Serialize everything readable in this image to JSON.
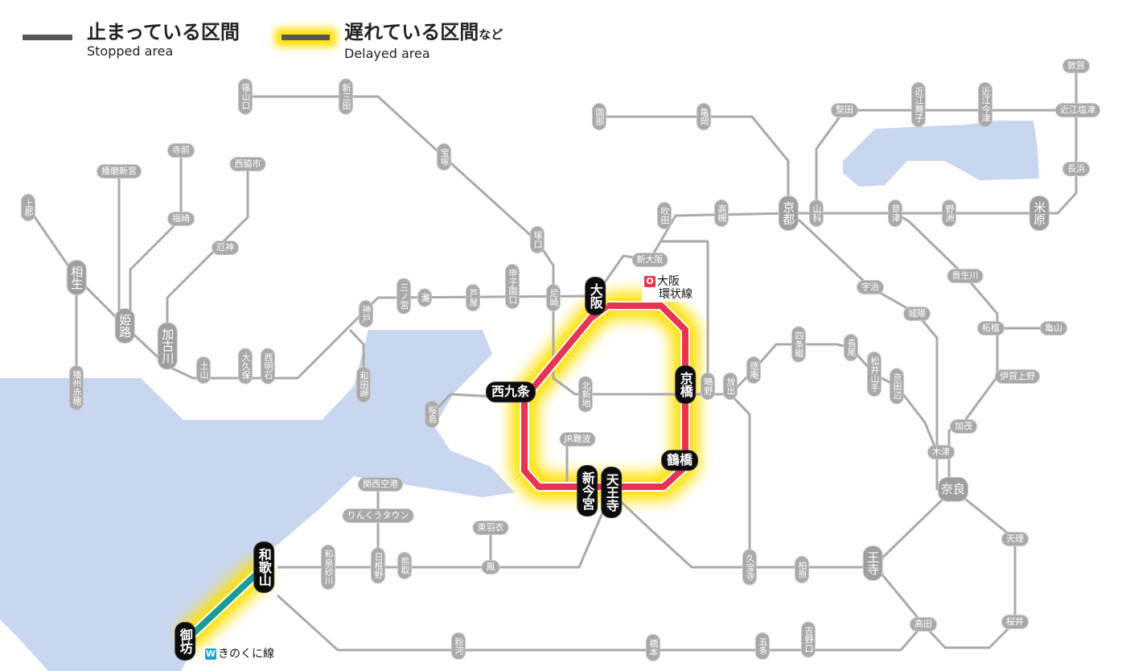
{
  "legend": {
    "stopped": {
      "jp": "止まっている区間",
      "en": "Stopped area",
      "color": "#555555"
    },
    "delayed": {
      "jp": "遅れている区間",
      "jp_suffix": "など",
      "en": "Delayed area",
      "color": "#555555",
      "glow": "#ffe000"
    }
  },
  "colors": {
    "water": "#c9d6f0",
    "track": "#aaaaaa",
    "loop": "#e8344e",
    "kinokuni": "#1a9c95",
    "glow": "#ffe000"
  },
  "line_labels": [
    {
      "badge": "O",
      "name": "大阪",
      "name2": "環状線",
      "status": "delayed",
      "color": "#e8344e"
    },
    {
      "badge": "W",
      "name": "きのくに線",
      "status": "delayed",
      "color": "#1aa3c9"
    }
  ],
  "stations": [
    {
      "id": "sasayamaguchi",
      "name": "篠山口"
    },
    {
      "id": "shinsanda",
      "name": "新三田"
    },
    {
      "id": "takarazuka",
      "name": "宝塚"
    },
    {
      "id": "tsukaguchi",
      "name": "塚口"
    },
    {
      "id": "amagasaki",
      "name": "尼崎"
    },
    {
      "id": "koshienguchi",
      "name": "甲子園口"
    },
    {
      "id": "ashiya",
      "name": "芦屋"
    },
    {
      "id": "nada",
      "name": "灘"
    },
    {
      "id": "sannomiya",
      "name": "三ノ宮"
    },
    {
      "id": "kobe",
      "name": "神戸"
    },
    {
      "id": "wadamisaki",
      "name": "和田岬"
    },
    {
      "id": "nishiakashi",
      "name": "西明石"
    },
    {
      "id": "okubo",
      "name": "大久保"
    },
    {
      "id": "tsuchiyama",
      "name": "土山"
    },
    {
      "id": "kakogawa",
      "name": "加古川"
    },
    {
      "id": "himeji",
      "name": "姫路"
    },
    {
      "id": "aioi",
      "name": "相生"
    },
    {
      "id": "kamigori",
      "name": "上郡"
    },
    {
      "id": "banshuako",
      "name": "播州赤穂"
    },
    {
      "id": "harimashingu",
      "name": "播磨新宮"
    },
    {
      "id": "teramae",
      "name": "寺前"
    },
    {
      "id": "fukusaki",
      "name": "福崎"
    },
    {
      "id": "nishiwakishi",
      "name": "西脇市"
    },
    {
      "id": "yakujin",
      "name": "厄神"
    },
    {
      "id": "sonobe",
      "name": "園部"
    },
    {
      "id": "kameoka",
      "name": "亀岡"
    },
    {
      "id": "suita",
      "name": "吹田"
    },
    {
      "id": "takatsuki",
      "name": "高槻"
    },
    {
      "id": "kyoto",
      "name": "京都"
    },
    {
      "id": "yamashina",
      "name": "山科"
    },
    {
      "id": "katata",
      "name": "堅田"
    },
    {
      "id": "omimaiko",
      "name": "近江舞子"
    },
    {
      "id": "omiimazu",
      "name": "近江今津"
    },
    {
      "id": "omishiotsu",
      "name": "近江塩津"
    },
    {
      "id": "tsuruga",
      "name": "敦賀"
    },
    {
      "id": "nagahama",
      "name": "長浜"
    },
    {
      "id": "maibara",
      "name": "米原"
    },
    {
      "id": "yasu",
      "name": "野洲"
    },
    {
      "id": "kusatsu",
      "name": "草津"
    },
    {
      "id": "uji",
      "name": "宇治"
    },
    {
      "id": "joyo",
      "name": "城陽"
    },
    {
      "id": "kibukawa",
      "name": "貴生川"
    },
    {
      "id": "tsuge",
      "name": "柘植"
    },
    {
      "id": "kameyama",
      "name": "亀山"
    },
    {
      "id": "igaueno",
      "name": "伊賀上野"
    },
    {
      "id": "kamo",
      "name": "加茂"
    },
    {
      "id": "kizu",
      "name": "木津"
    },
    {
      "id": "nara",
      "name": "奈良"
    },
    {
      "id": "tenri",
      "name": "天理"
    },
    {
      "id": "sakurai",
      "name": "桜井"
    },
    {
      "id": "takada",
      "name": "高田"
    },
    {
      "id": "oji",
      "name": "王寺"
    },
    {
      "id": "kashiwara",
      "name": "柏原"
    },
    {
      "id": "kyuhoji",
      "name": "久宝寺"
    },
    {
      "id": "hanaten",
      "name": "放出"
    },
    {
      "id": "shigino",
      "name": "鴫野"
    },
    {
      "id": "tokuan",
      "name": "徳庵"
    },
    {
      "id": "shijonawate",
      "name": "四条畷"
    },
    {
      "id": "nagao",
      "name": "長尾"
    },
    {
      "id": "matsuiyamate",
      "name": "松井山手"
    },
    {
      "id": "kyotanabe",
      "name": "京田辺"
    },
    {
      "id": "osaka",
      "name": "大阪"
    },
    {
      "id": "kyobashi",
      "name": "京橋"
    },
    {
      "id": "tsuruhashi",
      "name": "鶴橋"
    },
    {
      "id": "tennoji",
      "name": "天王寺"
    },
    {
      "id": "shinimamiya",
      "name": "新今宮"
    },
    {
      "id": "nishikujo",
      "name": "西九条"
    },
    {
      "id": "kitashinchi",
      "name": "北新地"
    },
    {
      "id": "jrnamba",
      "name": "JR難波"
    },
    {
      "id": "sakurajima",
      "name": "桜島"
    },
    {
      "id": "shinosaka",
      "name": "新大阪"
    },
    {
      "id": "kansaikuko",
      "name": "関西空港"
    },
    {
      "id": "rinkutown",
      "name": "りんくうタウン"
    },
    {
      "id": "hineno",
      "name": "日根野"
    },
    {
      "id": "kumatori",
      "name": "熊取"
    },
    {
      "id": "izumisunagawa",
      "name": "和泉砂川"
    },
    {
      "id": "higashihagoromo",
      "name": "東羽衣"
    },
    {
      "id": "otori",
      "name": "鳳"
    },
    {
      "id": "wakayama",
      "name": "和歌山"
    },
    {
      "id": "gobo",
      "name": "御坊"
    },
    {
      "id": "kokawa",
      "name": "粉河"
    },
    {
      "id": "hashimoto",
      "name": "橋本"
    },
    {
      "id": "gojo",
      "name": "五条"
    },
    {
      "id": "yoshinoguchi",
      "name": "吉野口"
    }
  ]
}
